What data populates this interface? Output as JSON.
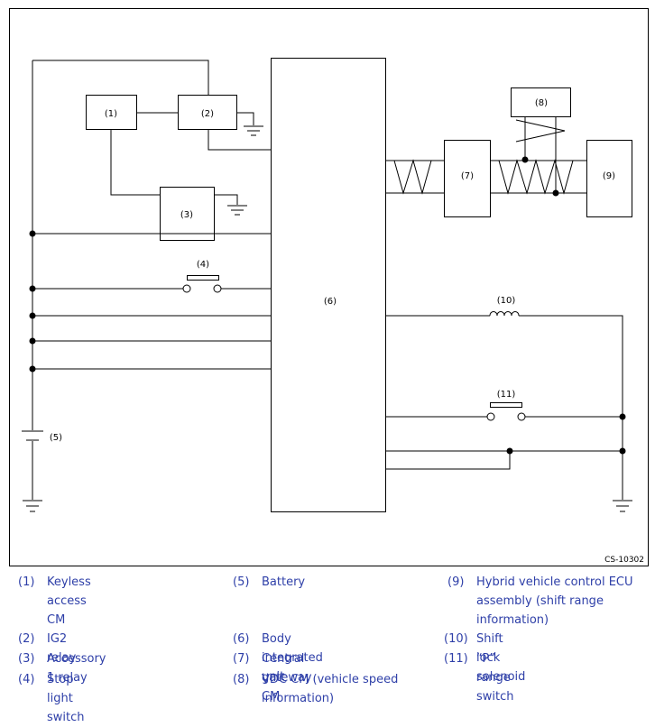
{
  "diagram": {
    "labels": {
      "c1": "(1)",
      "c2": "(2)",
      "c3": "(3)",
      "c4": "(4)",
      "c5": "(5)",
      "c6": "(6)",
      "c7": "(7)",
      "c8": "(8)",
      "c9": "(9)",
      "c10": "(10)",
      "c11": "(11)"
    },
    "figure_id": "CS-10302"
  },
  "legend": [
    {
      "num": "(1)",
      "text": "Keyless access CM"
    },
    {
      "num": "(2)",
      "text": "IG2 relay"
    },
    {
      "num": "(3)",
      "text": "Accessory 1 relay"
    },
    {
      "num": "(4)",
      "text": "Stop light switch"
    },
    {
      "num": "(5)",
      "text": "Battery"
    },
    {
      "num": "(6)",
      "text": "Body integrated unit"
    },
    {
      "num": "(7)",
      "text": "Central gateway CM"
    },
    {
      "num": "(8)",
      "text": "VDC CM (vehicle speed information)"
    },
    {
      "num": "(9)",
      "text": "Hybrid vehicle control ECU assembly (shift range information)"
    },
    {
      "num": "(10)",
      "text": "Shift lock solenoid"
    },
    {
      "num": "(11)",
      "text": "“P” range switch"
    }
  ]
}
